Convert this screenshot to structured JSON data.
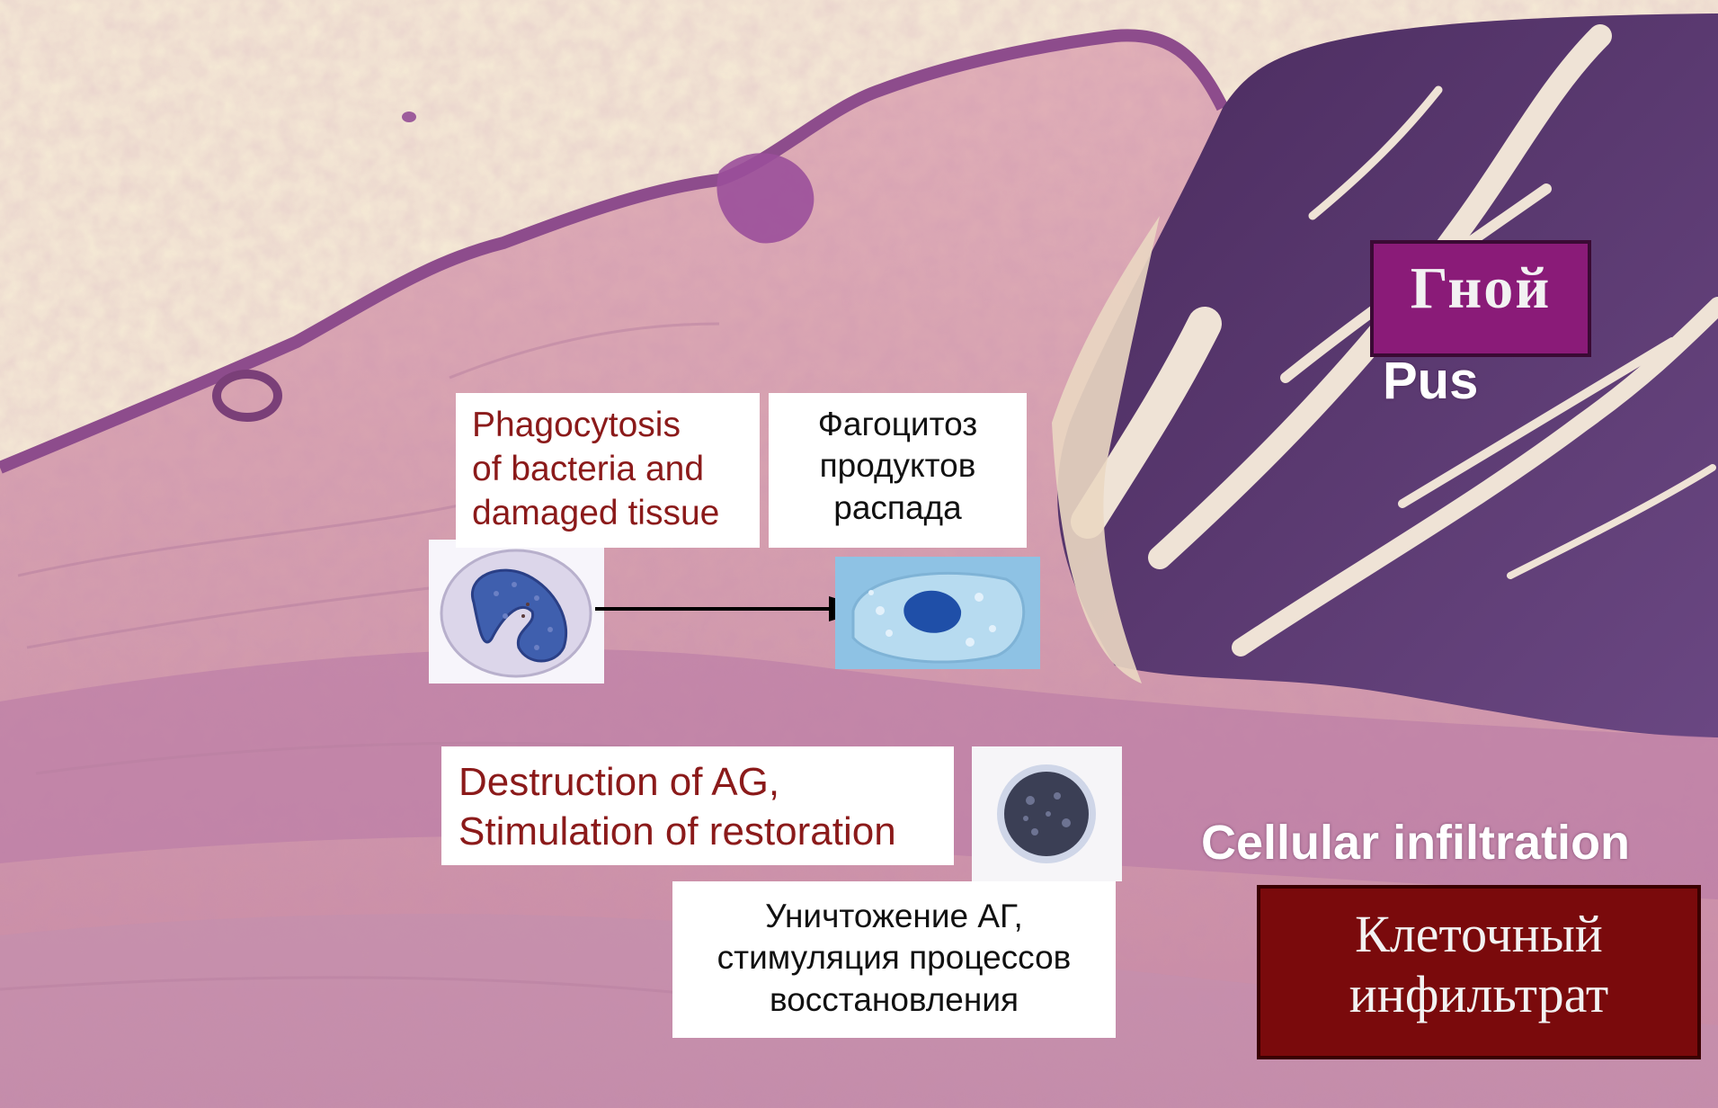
{
  "labels": {
    "pus_en": "Pus",
    "pus_ru": "Гной",
    "infiltration_en": "Cellular infiltration",
    "infiltration_ru_line1": "Клеточный",
    "infiltration_ru_line2": "инфильтрат"
  },
  "boxes": {
    "phagocytosis_en": [
      "Phagocytosis",
      "of bacteria and",
      "damaged tissue"
    ],
    "phagocytosis_ru": [
      "Фагоцитоз",
      "продуктов",
      "распада"
    ],
    "destruction_en": [
      "Destruction of AG,",
      "Stimulation of restoration"
    ],
    "destruction_ru": [
      "Уничтожение АГ,",
      "стимуляция процессов",
      "восстановления"
    ]
  },
  "colors": {
    "english_box_text": "#8b1a1a",
    "pus_plate": "#8a1b78",
    "infiltrate_plate": "#7a0a0c"
  },
  "cells": [
    "neutrophil",
    "macrophage",
    "lymphocyte"
  ]
}
